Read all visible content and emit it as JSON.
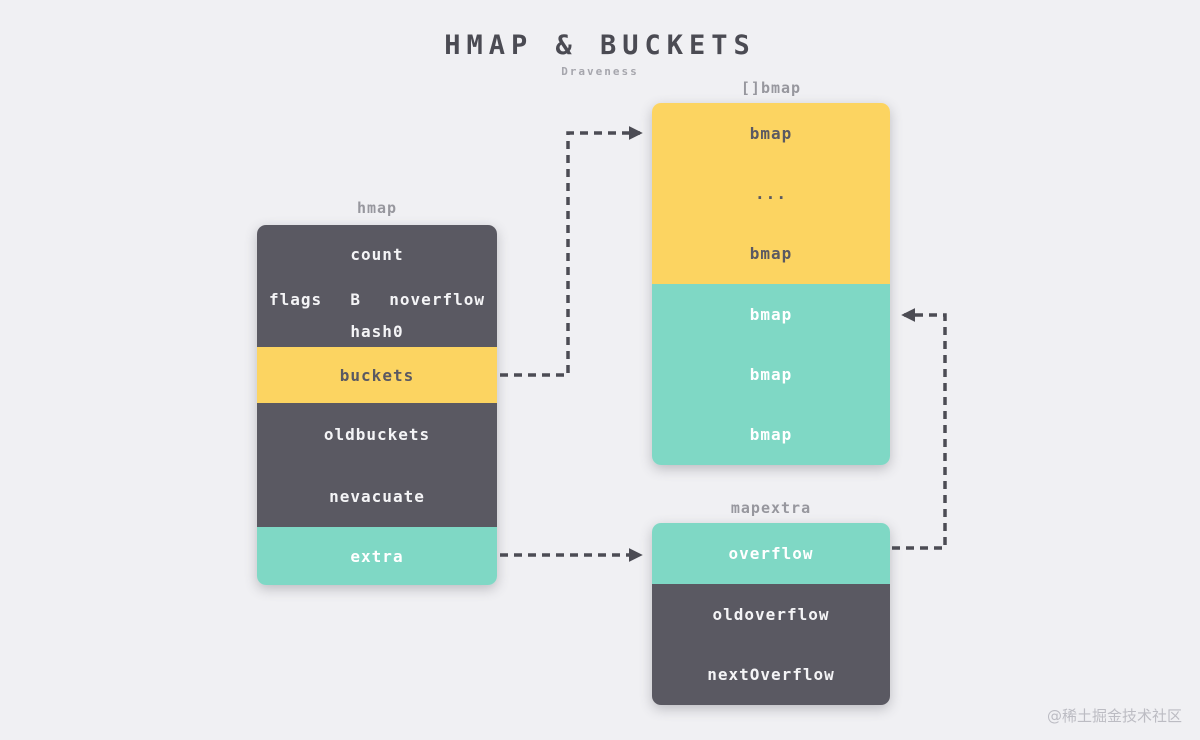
{
  "title": "HMAP & BUCKETS",
  "subtitle": "Draveness",
  "colors": {
    "background": "#f0f0f3",
    "dark": "#5a5962",
    "yellow": "#fcd461",
    "teal": "#7fd8c5",
    "arrow": "#4c4c54"
  },
  "hmap": {
    "label": "hmap",
    "rows": {
      "count": "count",
      "flags": "flags",
      "b": "B",
      "noverflow": "noverflow",
      "hash0": "hash0",
      "buckets": "buckets",
      "oldbuckets": "oldbuckets",
      "nevacuate": "nevacuate",
      "extra": "extra"
    }
  },
  "bmap_array": {
    "label": "[]bmap",
    "yellow_rows": [
      "bmap",
      "...",
      "bmap"
    ],
    "teal_rows": [
      "bmap",
      "bmap",
      "bmap"
    ]
  },
  "mapextra": {
    "label": "mapextra",
    "rows": [
      "overflow",
      "oldoverflow",
      "nextOverflow"
    ]
  },
  "watermark": "@稀土掘金技术社区"
}
